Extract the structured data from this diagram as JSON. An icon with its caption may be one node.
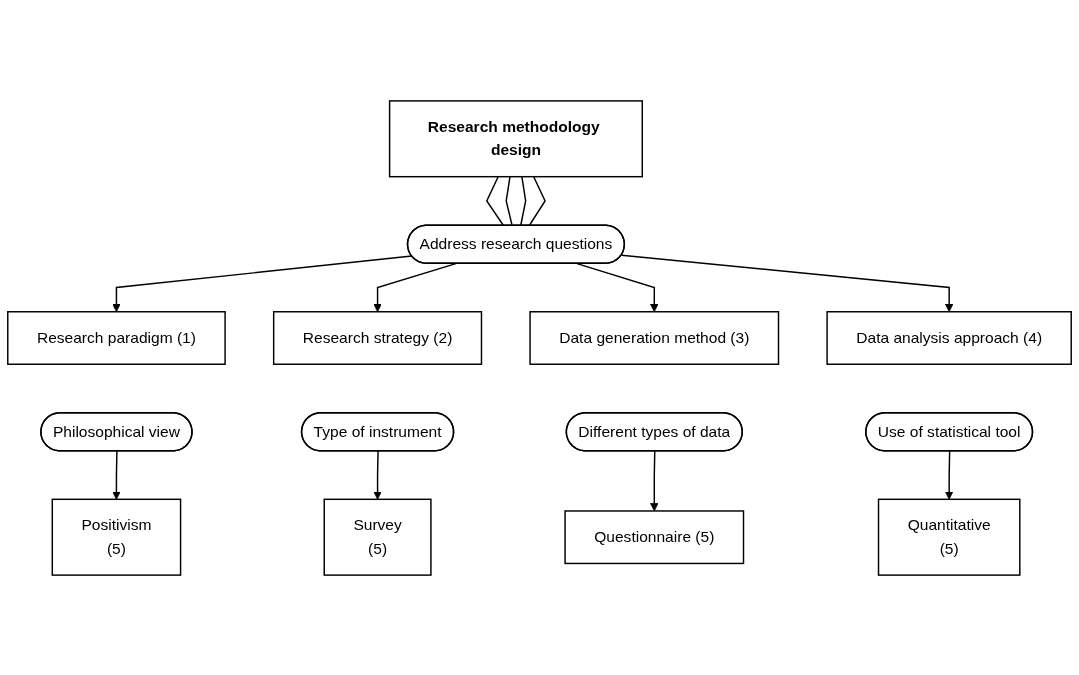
{
  "diagram": {
    "nodes": [
      {
        "text": [
          "Research methodology design"
        ]
      },
      {
        "text": [
          "Address research questions"
        ]
      },
      {
        "text": [
          "Research paradigm (1)"
        ]
      },
      {
        "text": [
          "Research strategy (2)"
        ]
      },
      {
        "text": [
          "Data generation method (3)"
        ]
      },
      {
        "text": [
          "Data analysis approach (4)"
        ]
      },
      {
        "text": [
          "Philosophical view"
        ]
      },
      {
        "text": [
          "Type of instrument"
        ]
      },
      {
        "text": [
          "Different types of data"
        ]
      },
      {
        "text": [
          "Use of statistical tool"
        ]
      },
      {
        "text": [
          "Positivism",
          "(5)"
        ]
      },
      {
        "text": [
          "Survey",
          "(5)"
        ]
      },
      {
        "text": [
          "Questionnaire (5)"
        ]
      },
      {
        "text": [
          "Quantitative",
          "(5)"
        ]
      }
    ],
    "edges": [
      {
        "from": 0,
        "to": 1,
        "arrow": "none"
      },
      {
        "from": 0,
        "to": 1,
        "arrow": "none"
      },
      {
        "from": 0,
        "to": 1,
        "arrow": "none"
      },
      {
        "from": 0,
        "to": 1,
        "arrow": "none"
      },
      {
        "from": 1,
        "to": 2,
        "arrow": "to"
      },
      {
        "from": 1,
        "to": 3,
        "arrow": "to"
      },
      {
        "from": 1,
        "to": 4,
        "arrow": "to"
      },
      {
        "from": 1,
        "to": 5,
        "arrow": "to"
      },
      {
        "from": 6,
        "to": 10,
        "arrow": "to"
      },
      {
        "from": 7,
        "to": 11,
        "arrow": "to"
      },
      {
        "from": 8,
        "to": 12,
        "arrow": "to"
      },
      {
        "from": 9,
        "to": 13,
        "arrow": "to"
      }
    ]
  }
}
